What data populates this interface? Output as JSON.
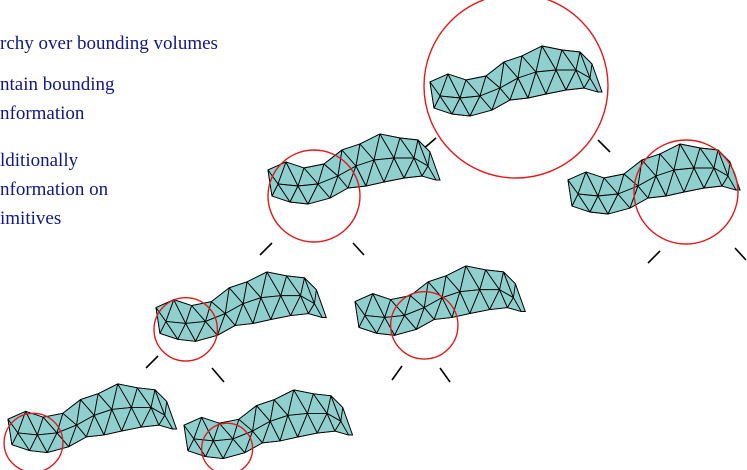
{
  "slide": {
    "text_lines": [
      "rchy over bounding volumes",
      "ntain bounding",
      "nformation",
      "lditionally",
      "nformation on",
      "imitives"
    ]
  },
  "colors": {
    "text": "#101883",
    "mesh_fill": "#8fcfcd",
    "mesh_stroke": "#000000",
    "circle": "#e01a1a",
    "edge": "#000000"
  }
}
